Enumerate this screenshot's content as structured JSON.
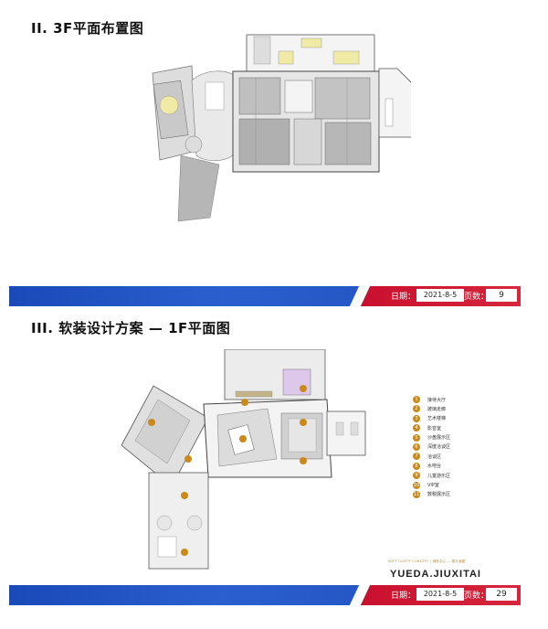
{
  "slide1": {
    "title": "II.  3F平面布置图",
    "footer": {
      "date_label": "日期：",
      "date": "2021-8-5",
      "page_label": "页数：",
      "page": "9"
    }
  },
  "slide2": {
    "title": "III. 软装设计方案 — 1F平面图",
    "legend": [
      {
        "num": "1",
        "label": "接待大厅"
      },
      {
        "num": "2",
        "label": "玻璃走廊"
      },
      {
        "num": "3",
        "label": "艺术楼梯"
      },
      {
        "num": "4",
        "label": "影音室"
      },
      {
        "num": "5",
        "label": "沙盘展示区"
      },
      {
        "num": "6",
        "label": "深度洽谈区"
      },
      {
        "num": "7",
        "label": "洽谈区"
      },
      {
        "num": "8",
        "label": "水吧台"
      },
      {
        "num": "9",
        "label": "儿童游乐区"
      },
      {
        "num": "10",
        "label": "VIP室"
      },
      {
        "num": "11",
        "label": "数税展示区"
      }
    ],
    "brand_small": "SOFT OUTFIT CONCEPT | 销售中心 — 楼平面图",
    "brand": "YUEDA.JIUXITAI",
    "footer": {
      "date_label": "日期：",
      "date": "2021-8-5",
      "page_label": "页数：",
      "page": "29"
    }
  },
  "colors": {
    "blue": "#1a49b8",
    "red": "#c8102e",
    "gold": "#c98a1b"
  }
}
